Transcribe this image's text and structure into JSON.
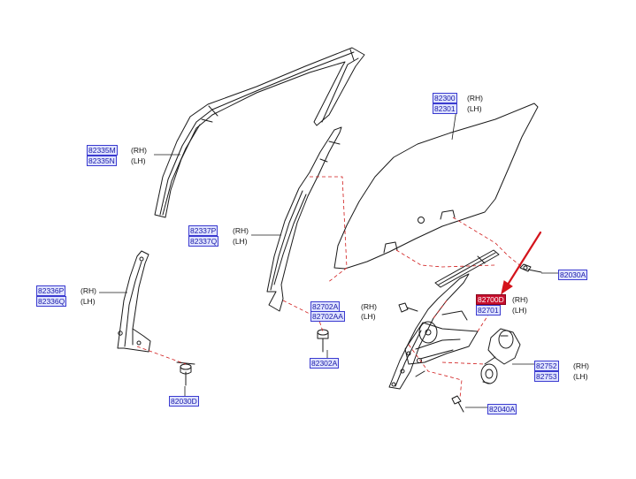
{
  "colors": {
    "line": "#1a1a1a",
    "leader": "#d01a1a",
    "label_fill": "#dfe3ff",
    "label_text": "#1a1aa6",
    "highlight": "#c8102e",
    "arrow": "#d4141c"
  },
  "groups": [
    {
      "id": "g1",
      "parts": [
        {
          "number": "82335M",
          "side": "(RH)"
        },
        {
          "number": "82335N",
          "side": "(LH)"
        }
      ]
    },
    {
      "id": "g2",
      "parts": [
        {
          "number": "82337P",
          "side": "(RH)"
        },
        {
          "number": "82337Q",
          "side": "(LH)"
        }
      ]
    },
    {
      "id": "g3",
      "parts": [
        {
          "number": "82336P",
          "side": "(RH)"
        },
        {
          "number": "82336Q",
          "side": "(LH)"
        }
      ]
    },
    {
      "id": "g4",
      "parts": [
        {
          "number": "82030D",
          "side": ""
        }
      ]
    },
    {
      "id": "g5",
      "parts": [
        {
          "number": "82300",
          "side": "(RH)"
        },
        {
          "number": "82301",
          "side": "(LH)"
        }
      ]
    },
    {
      "id": "g6",
      "parts": [
        {
          "number": "82702A",
          "side": "(RH)"
        },
        {
          "number": "82702AA",
          "side": "(LH)"
        }
      ]
    },
    {
      "id": "g7",
      "parts": [
        {
          "number": "82302A",
          "side": ""
        }
      ]
    },
    {
      "id": "g8",
      "parts": [
        {
          "number": "82030A",
          "side": ""
        }
      ]
    },
    {
      "id": "g9",
      "parts": [
        {
          "number": "82700D",
          "side": "(RH)",
          "highlight": true
        },
        {
          "number": "82701",
          "side": "(LH)"
        }
      ]
    },
    {
      "id": "g10",
      "parts": [
        {
          "number": "82752",
          "side": "(RH)"
        },
        {
          "number": "82753",
          "side": "(LH)"
        }
      ]
    },
    {
      "id": "g11",
      "parts": [
        {
          "number": "82040A",
          "side": ""
        }
      ]
    }
  ]
}
